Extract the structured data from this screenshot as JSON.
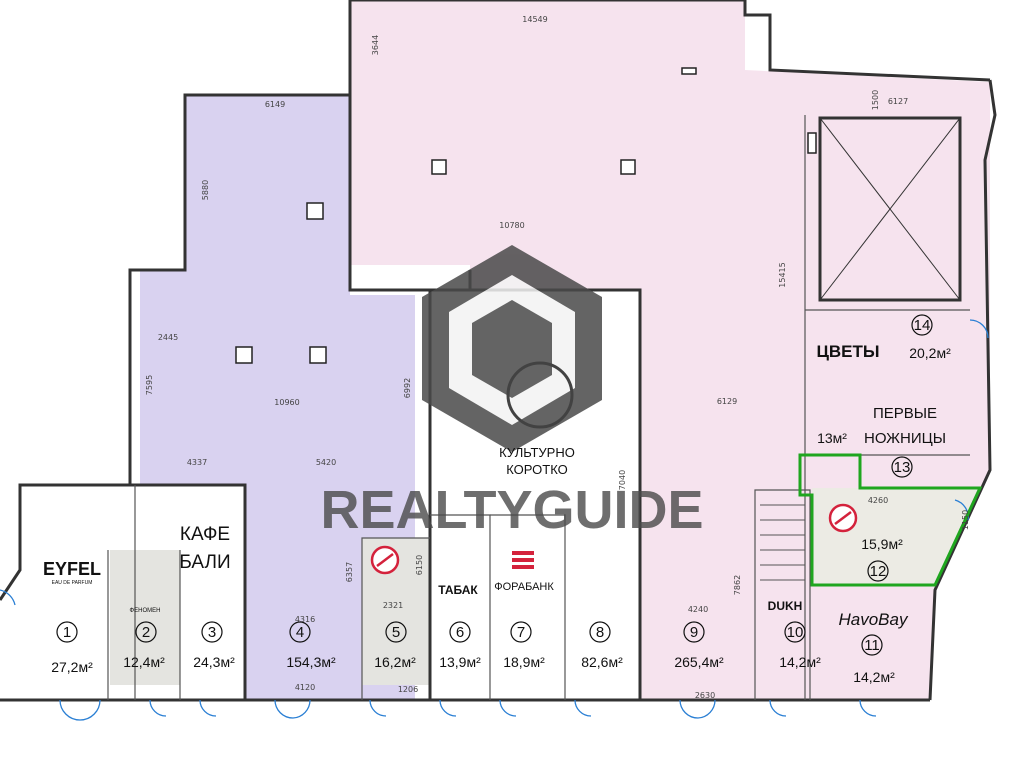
{
  "colors": {
    "pink": "#f6e3ee",
    "lavender": "#d9d2f0",
    "gray": "#e4e4e0",
    "highlight": "#1fa61f",
    "watermark": "#4a4a4a",
    "brand_red": "#d4223c"
  },
  "watermark": {
    "text": "REALTYGUIDE"
  },
  "dimensions": [
    "14549",
    "3644",
    "6149",
    "5880",
    "10780",
    "15415",
    "1500",
    "6127",
    "2445",
    "7595",
    "10960",
    "4337",
    "5420",
    "6992",
    "6129",
    "7040",
    "4260",
    "1150",
    "2321",
    "6150",
    "6357",
    "4316",
    "4120",
    "1206",
    "7862",
    "4240",
    "2630"
  ],
  "units": [
    {
      "number": "1",
      "area": "27,2м²"
    },
    {
      "number": "2",
      "area": "12,4м²"
    },
    {
      "number": "3",
      "area": "24,3м²"
    },
    {
      "number": "4",
      "area": "154,3м²"
    },
    {
      "number": "5",
      "area": "16,2м²"
    },
    {
      "number": "6",
      "area": "13,9м²"
    },
    {
      "number": "7",
      "area": "18,9м²"
    },
    {
      "number": "8",
      "area": "82,6м²"
    },
    {
      "number": "9",
      "area": "265,4м²"
    },
    {
      "number": "10",
      "area": "14,2м²"
    },
    {
      "number": "11",
      "area": "14,2м²"
    },
    {
      "number": "12",
      "area": "15,9м²"
    },
    {
      "number": "13",
      "area": "13м²"
    },
    {
      "number": "14",
      "area": "20,2м²"
    }
  ],
  "tenants": {
    "eyfel": "EYFEL",
    "eyfel_sub": "EAU DE PARFUM",
    "unit2": "ФЕНОМЕН",
    "cafe_line1": "КАФЕ",
    "cafe_line2": "БАЛИ",
    "tabak": "ТАБАК",
    "forabank": "ФОРАБАНК",
    "kultura_line1": "КУЛЬТУРНО",
    "kultura_line2": "КОРОТКО",
    "dukh": "DUKH",
    "unit11": "HavoBay",
    "flowers": "ЦВЕТЫ",
    "scissors_line1": "ПЕРВЫЕ",
    "scissors_line2": "НОЖНИЦЫ"
  }
}
